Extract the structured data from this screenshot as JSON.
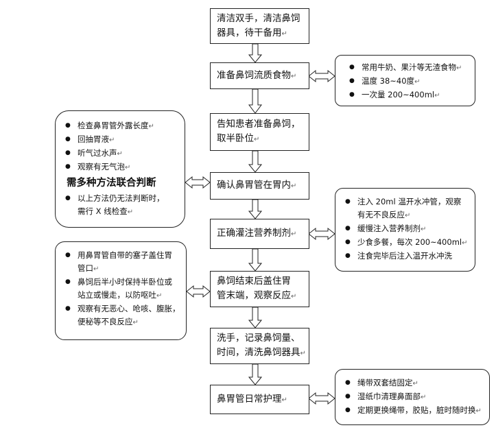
{
  "steps": [
    {
      "lines": [
        "清洁双手，清洁鼻饲",
        "器具，待干备用"
      ]
    },
    {
      "lines": [
        "准备鼻饲流质食物"
      ]
    },
    {
      "lines": [
        "告知患者准备鼻饲，",
        "取半卧位"
      ]
    },
    {
      "lines": [
        "确认鼻胃管在胃内"
      ]
    },
    {
      "lines": [
        "正确灌注营养制剂"
      ]
    },
    {
      "lines": [
        "鼻饲结束后盖住胃",
        "管末端，观察反应"
      ]
    },
    {
      "lines": [
        "洗手，记录鼻饲量、",
        "时间，清洗鼻饲器具"
      ]
    },
    {
      "lines": [
        "鼻胃管日常护理"
      ]
    }
  ],
  "notes": {
    "food": [
      "常用牛奶、果汁等无渣食物",
      "温度 38~40度",
      "一次量 200~400ml"
    ],
    "confirm": {
      "items": [
        "检查鼻胃管外露长度",
        "回抽胃液",
        "听气过水声",
        "观察有无气泡"
      ],
      "emphasis": "需多种方法联合判断",
      "extra": [
        "以上方法仍无法判断时，",
        "需行 X 线检查"
      ]
    },
    "feeding": [
      [
        "注入 20ml 温开水冲管，观察",
        "有无不良反应"
      ],
      [
        "缓慢注入营养制剂"
      ],
      [
        "少食多餐，每次 200~400ml"
      ],
      [
        "注食完毕后注入温开水冲洗"
      ]
    ],
    "after": [
      [
        "用鼻胃管自带的塞子盖住胃",
        "管口"
      ],
      [
        "鼻饲后半小时保持半卧位或",
        "站立或慢走，以防呕吐"
      ],
      [
        "观察有无恶心、呛咳、腹胀，",
        "便秘等不良反应"
      ]
    ],
    "care": [
      "绳带双套结固定",
      "湿纸巾清理鼻面部",
      "定期更换绳带，胶贴，脏时随时换"
    ]
  },
  "paragraph_mark": "↵"
}
